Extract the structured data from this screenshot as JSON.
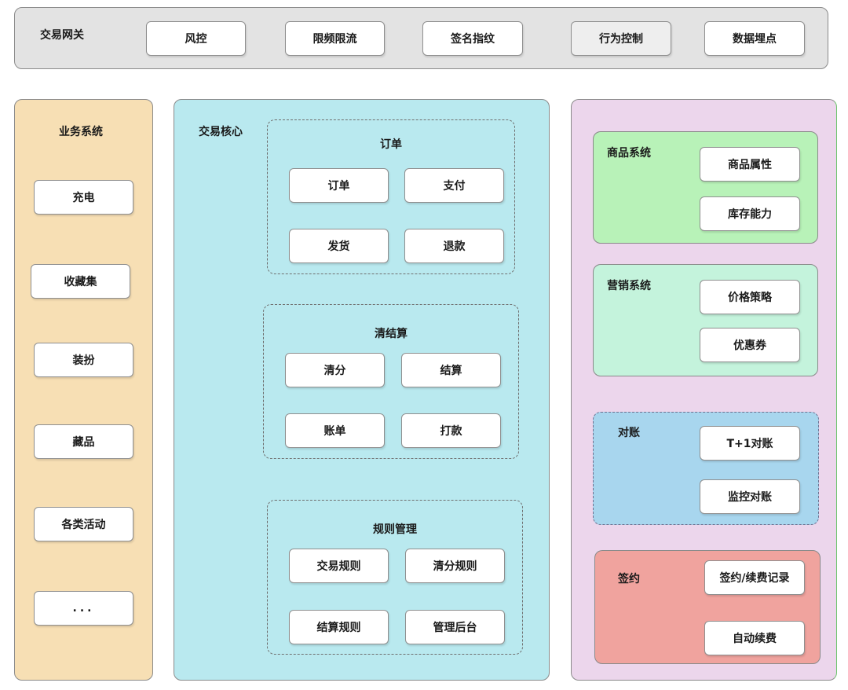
{
  "gateway": {
    "title": "交易网关",
    "items": [
      "风控",
      "限频限流",
      "签名指纹",
      "行为控制",
      "数据埋点"
    ]
  },
  "business": {
    "title": "业务系统",
    "items": [
      "充电",
      "收藏集",
      "装扮",
      "藏品",
      "各类活动",
      "..."
    ]
  },
  "core": {
    "title": "交易核心",
    "order": {
      "title": "订单",
      "items": [
        "订单",
        "支付",
        "发货",
        "退款"
      ]
    },
    "settlement": {
      "title": "清结算",
      "items": [
        "清分",
        "结算",
        "账单",
        "打款"
      ]
    },
    "rules": {
      "title": "规则管理",
      "items": [
        "交易规则",
        "清分规则",
        "结算规则",
        "管理后台"
      ]
    }
  },
  "right": {
    "goods": {
      "title": "商品系统",
      "items": [
        "商品属性",
        "库存能力"
      ]
    },
    "marketing": {
      "title": "营销系统",
      "items": [
        "价格策略",
        "优惠券"
      ]
    },
    "reconcile": {
      "title": "对账",
      "items": [
        "T+1对账",
        "监控对账"
      ]
    },
    "contract": {
      "title": "签约",
      "items": [
        "签约/续费记录",
        "自动续费"
      ]
    }
  },
  "colors": {
    "gateway_bg": "#e3e3e3",
    "business_bg": "#f7dfb4",
    "core_bg": "#b9e9ef",
    "right_bg": "#ecd6ec",
    "goods_bg": "#b8f2b8",
    "marketing_bg": "#c4f3dc",
    "reconcile_bg": "#a8d6ee",
    "contract_bg": "#f0a39e"
  }
}
